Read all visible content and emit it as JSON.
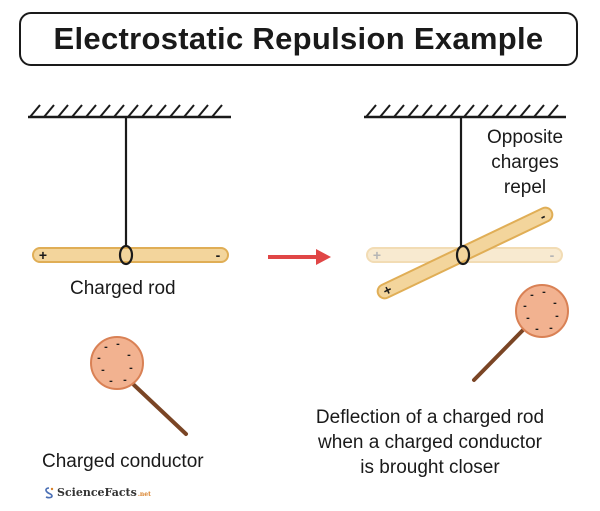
{
  "title": "Electrostatic Repulsion Example",
  "left_panel": {
    "rod_label": "Charged rod",
    "rod_positive_sign": "+",
    "rod_negative_sign": "-",
    "conductor_label": "Charged conductor",
    "conductor_sign": "-"
  },
  "right_panel": {
    "annotation_lines": [
      "Opposite",
      "charges",
      "repel"
    ],
    "rod_positive_sign": "+",
    "rod_negative_sign": "-",
    "caption_lines": [
      "Deflection of a charged rod",
      "when a charged conductor",
      "is brought closer"
    ]
  },
  "logo": {
    "text": "ScienceFacts",
    "suffix": ".net"
  },
  "colors": {
    "rod_fill": "#f3d59c",
    "rod_stroke": "#e0ae56",
    "ghost_fill": "#f8ead0",
    "ghost_stroke": "#f2dcb4",
    "conductor_fill": "#f2b290",
    "conductor_stroke": "#d98155",
    "handle": "#7a4525",
    "arrow": "#e04646",
    "ink": "#1a1a1a"
  }
}
